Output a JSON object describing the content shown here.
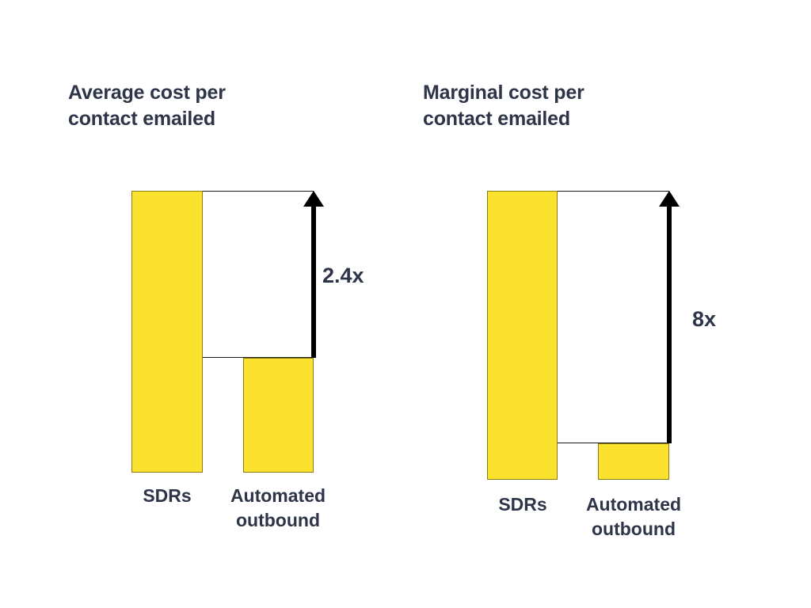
{
  "background_color": "#FFFFFF",
  "palette": {
    "bar_yellow": "#FAE22E",
    "bar_outline": "#8A7B14",
    "text_navy": "#2E3549",
    "arrow_black": "#000000",
    "box_outline": "#1A1A1A"
  },
  "charts": [
    {
      "title": "Average cost per\ncontact emailed",
      "annotation": "2.4x",
      "categories": [
        "SDRs",
        "Automated\noutbound"
      ],
      "values": [
        356,
        145
      ]
    },
    {
      "title": "Marginal cost per\ncontact emailed",
      "annotation": "8x",
      "categories": [
        "SDRs",
        "Automated\noutbound"
      ],
      "values": [
        365,
        46
      ]
    }
  ],
  "chart_data": [
    {
      "type": "bar",
      "title": "Average cost per contact emailed",
      "categories": [
        "SDRs",
        "Automated outbound"
      ],
      "values": [
        2.4,
        1.0
      ],
      "series": [
        {
          "name": "Average cost per contact emailed",
          "values": [
            2.4,
            1.0
          ]
        }
      ],
      "annotations": [
        {
          "text": "2.4x",
          "meaning": "SDRs average cost per contact emailed is 2.4x the automated outbound cost",
          "from_category": "Automated outbound",
          "to_category": "SDRs",
          "ratio": 2.4
        }
      ],
      "xlabel": "",
      "ylabel": "",
      "ylim": [
        0,
        2.4
      ],
      "grid": false,
      "axis_ticks": false,
      "legend": "none",
      "units": "relative (Automated outbound = 1x)"
    },
    {
      "type": "bar",
      "title": "Marginal cost per contact emailed",
      "categories": [
        "SDRs",
        "Automated outbound"
      ],
      "values": [
        8.0,
        1.0
      ],
      "series": [
        {
          "name": "Marginal cost per contact emailed",
          "values": [
            8.0,
            1.0
          ]
        }
      ],
      "annotations": [
        {
          "text": "8x",
          "meaning": "SDRs marginal cost per contact emailed is 8x the automated outbound cost",
          "from_category": "Automated outbound",
          "to_category": "SDRs",
          "ratio": 8.0
        }
      ],
      "xlabel": "",
      "ylabel": "",
      "ylim": [
        0,
        8.0
      ],
      "grid": false,
      "axis_ticks": false,
      "legend": "none",
      "units": "relative (Automated outbound = 1x)"
    }
  ]
}
